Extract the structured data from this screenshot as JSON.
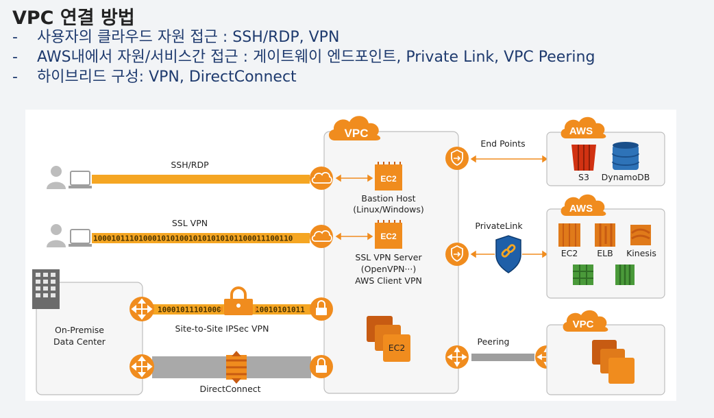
{
  "slide": {
    "title": "VPC 연결 방법",
    "bullets": [
      "사용자의 클라우드 자원 접근 : SSH/RDP, VPN",
      "AWS내에서 자원/서비스간 접근 : 게이트웨이 엔드포인트, Private Link, VPC Peering",
      "하이브리드 구성: VPN, DirectConnect"
    ],
    "bullet_marker": "-"
  },
  "diagram": {
    "vpc_badge": "VPC",
    "peer_vpc_badge": "VPC",
    "aws_badge_top": "AWS",
    "aws_badge_mid": "AWS",
    "ssh_label": "SSH/RDP",
    "sslvpn_label": "SSL VPN",
    "sslvpn_binary": "10001011101000101010010101010101100011100110",
    "ec2_label": "EC2",
    "bastion_line1": "Bastion Host",
    "bastion_line2": "(Linux/Windows)",
    "sslserver_line1": "SSL VPN Server",
    "sslserver_line2": "(OpenVPN···)",
    "sslserver_line3": "AWS Client VPN",
    "onprem_line1": "On-Premise",
    "onprem_line2": "Data Center",
    "ipsec_binary_left": "10001011101000",
    "ipsec_binary_right": "10010101011",
    "ipsec_label": "Site-to-Site IPSec VPN",
    "dx_label": "DirectConnect",
    "endpoints_label": "End Points",
    "privatelink_label": "PrivateLink",
    "peering_label": "Peering",
    "s3_label": "S3",
    "dynamodb_label": "DynamoDB",
    "svc_ec2_label": "EC2",
    "svc_elb_label": "ELB",
    "svc_kinesis_label": "Kinesis",
    "ec2_group_label": "EC2"
  },
  "colors": {
    "orange": "#f08c1e",
    "dark_orange": "#c75b12",
    "title_blue": "#1e3a6e",
    "gray_link": "#9e9e9e",
    "s3_red": "#d13212",
    "dynamo_blue": "#2e73b8"
  }
}
